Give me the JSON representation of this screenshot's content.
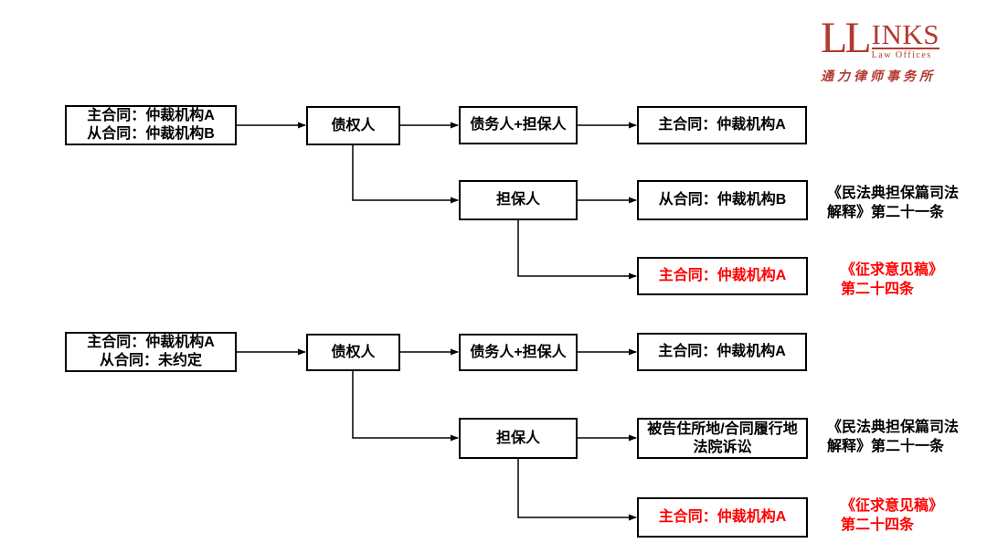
{
  "logo": {
    "ll": "LL",
    "inks": "INKS",
    "law_offices": "Law Offices",
    "chinese_name": "通力律师事务所",
    "brand_color": "#b2392f"
  },
  "colors": {
    "highlight_red": "#ff0000",
    "line_black": "#000000"
  },
  "sections": [
    {
      "source_line1": "主合同：仲裁机构A",
      "source_line2": "从合同：仲裁机构B",
      "creditor": "债权人",
      "debtor_guarantor": "债务人+担保人",
      "main_outcome": "主合同：仲裁机构A",
      "guarantor": "担保人",
      "guarantor_outcome": "从合同：仲裁机构B",
      "red_outcome": "主合同：仲裁机构A",
      "annotation_black_line1": "《民法典担保篇司法",
      "annotation_black_line2": "解释》第二十一条",
      "annotation_red_line1": "《征求意见稿》",
      "annotation_red_line2": "第二十四条"
    },
    {
      "source_line1": "主合同：仲裁机构A",
      "source_line2": "从合同：未约定",
      "creditor": "债权人",
      "debtor_guarantor": "债务人+担保人",
      "main_outcome": "主合同：仲裁机构A",
      "guarantor": "担保人",
      "guarantor_outcome_line1": "被告住所地/合同履行地",
      "guarantor_outcome_line2": "法院诉讼",
      "red_outcome": "主合同：仲裁机构A",
      "annotation_black_line1": "《民法典担保篇司法",
      "annotation_black_line2": "解释》第二十一条",
      "annotation_red_line1": "《征求意见稿》",
      "annotation_red_line2": "第二十四条"
    }
  ]
}
